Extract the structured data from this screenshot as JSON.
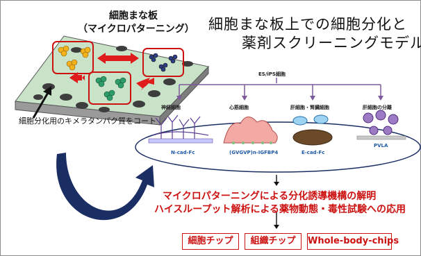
{
  "plate_title": {
    "line1": "細胞まな板",
    "line2": "（マイクロパターニング）"
  },
  "main_title": {
    "line1": "細胞まな板上での細胞分化と",
    "line2": "薬剤スクリーニングモデル"
  },
  "source_label": "ES/iPS細胞",
  "coating_label": "細胞分化用のキメラタンパク質をコート",
  "cell_types": [
    {
      "label": "神経細胞",
      "factor": "N-cad-Fc"
    },
    {
      "label": "心筋細胞",
      "factor": "(GVGVP)n-IGFBP4"
    },
    {
      "label": "肝細胞・腎臓細胞",
      "factor": "E-cad-Fc"
    },
    {
      "label": "肝細胞の分離",
      "factor": "PVLA"
    }
  ],
  "outcomes": {
    "line1": "マイクロパターニングによる分化誘導機構の解明",
    "line2": "ハイスループット解析による薬物動態・毒性試験への応用"
  },
  "chips": [
    {
      "label": "細胞チップ"
    },
    {
      "label": "組織チップ"
    },
    {
      "label": "Whole-body-chips"
    }
  ],
  "colors": {
    "accent_red": "#cc1111",
    "arrow_navy": "#1a2e63",
    "plate_green": "#c9e3c8",
    "branch_purple": "#7d5a9b",
    "factor_blue": "#1f5aa6"
  }
}
